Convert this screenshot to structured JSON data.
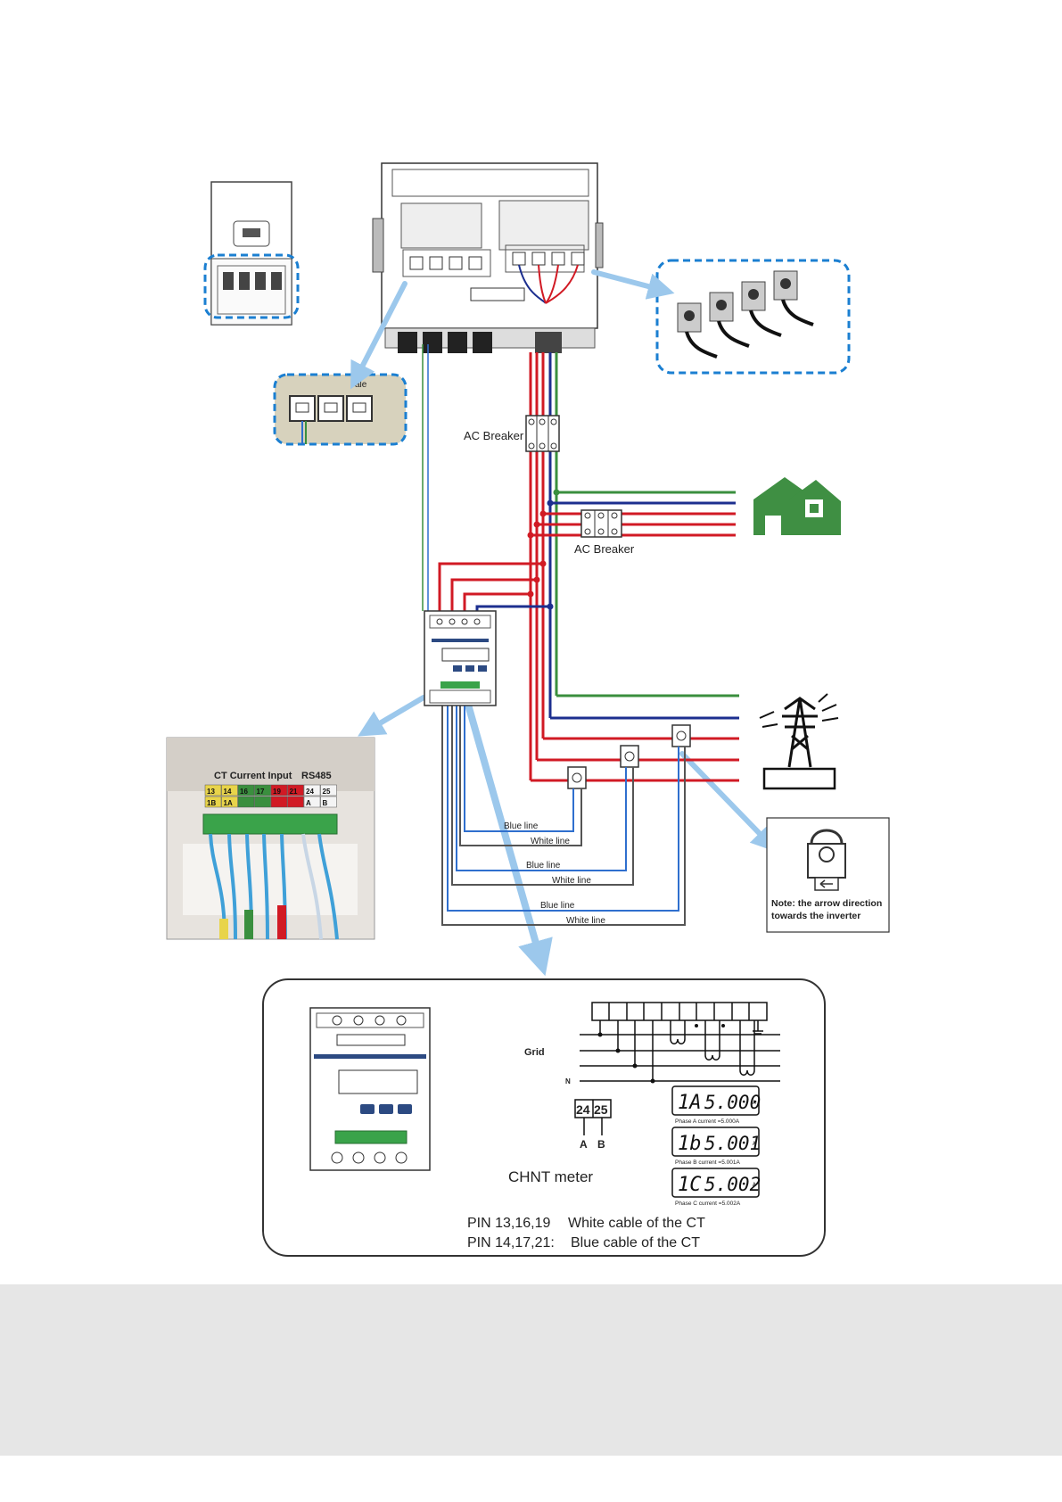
{
  "labels": {
    "ac_breaker_top": "AC Breaker",
    "ac_breaker_load": "AC Breaker",
    "blue_line_1": "Blue line",
    "white_line_1": "White line",
    "blue_line_2": "Blue line",
    "white_line_2": "White line",
    "blue_line_3": "Blue line",
    "white_line_3": "White line",
    "rj45_tag": "ale"
  },
  "ct_note": {
    "line1": "Note: the arrow direction",
    "line2": "towards the inverter"
  },
  "terminal_photo": {
    "header": "CT Current Input",
    "rs485": "RS485",
    "cells_row1": [
      "13",
      "14",
      "16",
      "17",
      "19",
      "21",
      "24",
      "25"
    ],
    "cells_row2": [
      "1B",
      "1A",
      "",
      "",
      "",
      "",
      "A",
      "B"
    ]
  },
  "meter_detail": {
    "grid_label": "Grid",
    "n_label": "N",
    "terminal_24": "24",
    "terminal_25": "25",
    "a_label": "A",
    "b_label": "B",
    "meter_name": "CHNT meter",
    "pin_line1_pins": "PIN 13,16,19",
    "pin_line1_desc": "White cable of the CT",
    "pin_line2_pins": "PIN 14,17,21:",
    "pin_line2_desc": "Blue cable of the CT",
    "lcd": [
      {
        "code": "1A",
        "value": "5.000",
        "unit": "A",
        "caption": "Phase A current =5.000A"
      },
      {
        "code": "1b",
        "value": "5.001",
        "unit": "A",
        "caption": "Phase B current =5.001A"
      },
      {
        "code": "1C",
        "value": "5.002",
        "unit": "A",
        "caption": "Phase C current =5.002A"
      }
    ]
  },
  "colors": {
    "red": "#d11a24",
    "green": "#3a8f3e",
    "blue_wire": "#1c2f8f",
    "ct_blue": "#2f6fce",
    "highlight": "#1b7fd1",
    "arrow": "#9cc8ec",
    "house": "#3f8f43",
    "note_red": "#c41a1a"
  }
}
